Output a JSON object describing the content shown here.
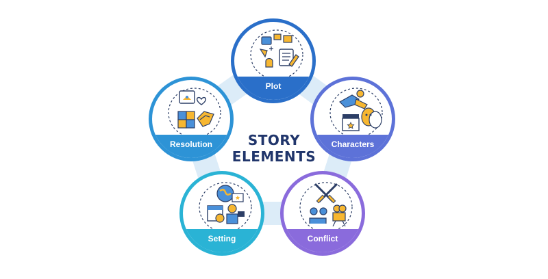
{
  "title": {
    "line1": "STORY",
    "line2": "ELEMENTS"
  },
  "nodes": [
    {
      "id": "plot",
      "label": "Plot",
      "color": "#2a6fc9",
      "icon": "storyboard-planning-icon"
    },
    {
      "id": "characters",
      "label": "Characters",
      "color": "#5d72d8",
      "icon": "actors-masks-clapperboard-icon"
    },
    {
      "id": "conflict",
      "label": "Conflict",
      "color": "#8a6bdc",
      "icon": "crossed-swords-icon"
    },
    {
      "id": "setting",
      "label": "Setting",
      "color": "#2ab3d5",
      "icon": "globe-calendar-icon"
    },
    {
      "id": "resolution",
      "label": "Resolution",
      "color": "#2d93d6",
      "icon": "handshake-puzzle-icon"
    }
  ],
  "colors": {
    "title": "#20356b",
    "connector": "#dcecf8",
    "icon_outline": "#2c3e66",
    "icon_yellow": "#f7b731",
    "icon_blue": "#4a90d9"
  }
}
